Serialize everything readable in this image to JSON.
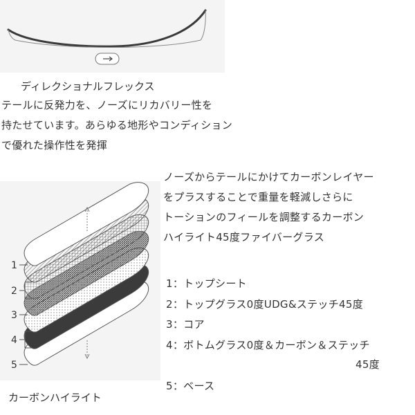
{
  "flex": {
    "heading": "ディレクショナルフレックス",
    "lines": [
      "テールに反発力を、ノーズにリカバリー性を",
      "持たせています。あらゆる地形やコンディション",
      "で優れた操作性を発揮"
    ],
    "arrow_icon": "right-arrow-icon"
  },
  "carbon": {
    "lines": [
      "ノーズからテールにかけてカーボンレイヤー",
      "をプラスすることで重量を軽減しさらに",
      "トーションのフィールを調整するカーボン",
      "ハイライト45度ファイバーグラス"
    ]
  },
  "diagram": {
    "labels": [
      "1",
      "2",
      "3",
      "4",
      "5"
    ]
  },
  "legend": {
    "items": [
      "1：トップシート",
      "2：トップグラス0度UDG&ステッチ45度",
      "3：コア",
      "4：ボトムグラス0度＆カーボン＆ステッチ",
      "5：ベース"
    ],
    "continuation": "45度"
  },
  "caption": "カーボンハイライト"
}
